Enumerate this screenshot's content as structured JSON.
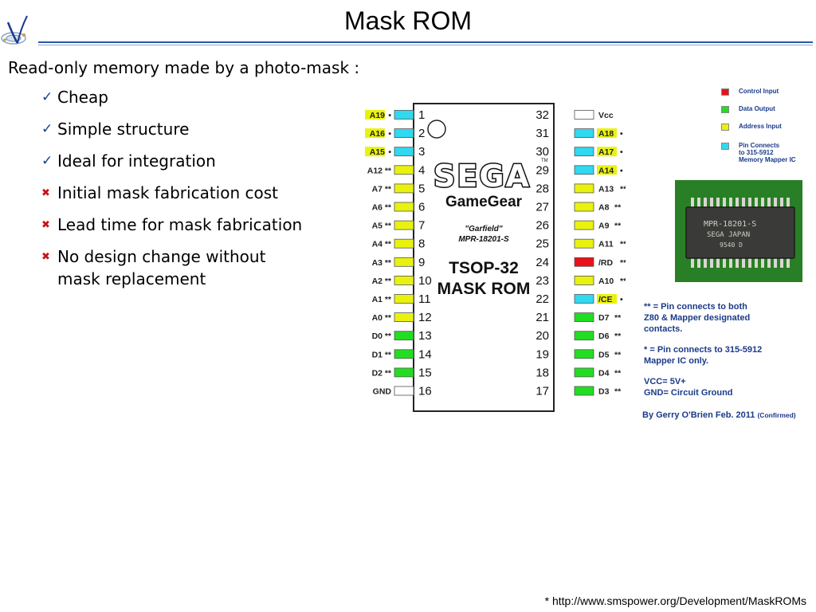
{
  "slide": {
    "title": "Mask ROM",
    "intro": "Read-only memory made by a photo-mask :",
    "bullets": [
      {
        "type": "check",
        "text": "Cheap"
      },
      {
        "type": "check",
        "text": "Simple structure"
      },
      {
        "type": "check",
        "text": "Ideal for integration"
      },
      {
        "type": "cross",
        "text": "Initial mask fabrication cost"
      },
      {
        "type": "cross",
        "text": "Lead time for mask fabrication"
      },
      {
        "type": "cross",
        "text": "No design change without\nmask replacement"
      }
    ],
    "source": "* http://www.smspower.org/Development/MaskROMs"
  },
  "pinout": {
    "brand": "SEGA",
    "trademark": "TM",
    "product": "GameGear",
    "game": "\"Garfield\"",
    "part": "MPR-18201-S",
    "package": "TSOP-32",
    "type": "MASK ROM",
    "colors": {
      "control": "#e8121a",
      "data": "#22dd22",
      "address": "#e9f20f",
      "mapper": "#30d8f0",
      "none": "#ffffff",
      "tag_yellow": "#e9f20f"
    },
    "left_pins": [
      {
        "num": "1",
        "label": "A19",
        "tag": "•",
        "kind": "mapper",
        "yellow": true
      },
      {
        "num": "2",
        "label": "A16",
        "tag": "•",
        "kind": "mapper",
        "yellow": true
      },
      {
        "num": "3",
        "label": "A15",
        "tag": "•",
        "kind": "mapper",
        "yellow": true
      },
      {
        "num": "4",
        "label": "A12",
        "tag": "**",
        "kind": "address",
        "yellow": false
      },
      {
        "num": "5",
        "label": "A7",
        "tag": "**",
        "kind": "address",
        "yellow": false
      },
      {
        "num": "6",
        "label": "A6",
        "tag": "**",
        "kind": "address",
        "yellow": false
      },
      {
        "num": "7",
        "label": "A5",
        "tag": "**",
        "kind": "address",
        "yellow": false
      },
      {
        "num": "8",
        "label": "A4",
        "tag": "**",
        "kind": "address",
        "yellow": false
      },
      {
        "num": "9",
        "label": "A3",
        "tag": "**",
        "kind": "address",
        "yellow": false
      },
      {
        "num": "10",
        "label": "A2",
        "tag": "**",
        "kind": "address",
        "yellow": false
      },
      {
        "num": "11",
        "label": "A1",
        "tag": "**",
        "kind": "address",
        "yellow": false
      },
      {
        "num": "12",
        "label": "A0",
        "tag": "**",
        "kind": "address",
        "yellow": false
      },
      {
        "num": "13",
        "label": "D0",
        "tag": "**",
        "kind": "data",
        "yellow": false
      },
      {
        "num": "14",
        "label": "D1",
        "tag": "**",
        "kind": "data",
        "yellow": false
      },
      {
        "num": "15",
        "label": "D2",
        "tag": "**",
        "kind": "data",
        "yellow": false
      },
      {
        "num": "16",
        "label": "GND",
        "tag": "",
        "kind": "none",
        "yellow": false
      }
    ],
    "right_pins": [
      {
        "num": "32",
        "label": "Vcc",
        "tag": "",
        "kind": "none",
        "yellow": false
      },
      {
        "num": "31",
        "label": "A18",
        "tag": "•",
        "kind": "mapper",
        "yellow": true
      },
      {
        "num": "30",
        "label": "A17",
        "tag": "•",
        "kind": "mapper",
        "yellow": true
      },
      {
        "num": "29",
        "label": "A14",
        "tag": "•",
        "kind": "mapper",
        "yellow": true
      },
      {
        "num": "28",
        "label": "A13",
        "tag": "**",
        "kind": "address",
        "yellow": false
      },
      {
        "num": "27",
        "label": "A8",
        "tag": "**",
        "kind": "address",
        "yellow": false
      },
      {
        "num": "26",
        "label": "A9",
        "tag": "**",
        "kind": "address",
        "yellow": false
      },
      {
        "num": "25",
        "label": "A11",
        "tag": "**",
        "kind": "address",
        "yellow": false
      },
      {
        "num": "24",
        "label": "/RD",
        "tag": "**",
        "kind": "control",
        "yellow": false
      },
      {
        "num": "23",
        "label": "A10",
        "tag": "**",
        "kind": "address",
        "yellow": false
      },
      {
        "num": "22",
        "label": "/CE",
        "tag": "•",
        "kind": "mapper",
        "yellow": true
      },
      {
        "num": "21",
        "label": "D7",
        "tag": "**",
        "kind": "data",
        "yellow": false
      },
      {
        "num": "20",
        "label": "D6",
        "tag": "**",
        "kind": "data",
        "yellow": false
      },
      {
        "num": "19",
        "label": "D5",
        "tag": "**",
        "kind": "data",
        "yellow": false
      },
      {
        "num": "18",
        "label": "D4",
        "tag": "**",
        "kind": "data",
        "yellow": false
      },
      {
        "num": "17",
        "label": "D3",
        "tag": "**",
        "kind": "data",
        "yellow": false
      }
    ]
  },
  "legend": [
    {
      "label": "Control Input",
      "kind": "control"
    },
    {
      "label": "Data Output",
      "kind": "data"
    },
    {
      "label": "Address Input",
      "kind": "address"
    },
    {
      "label": "Pin Connects\nto 315-5912\nMemory Mapper IC",
      "kind": "mapper"
    }
  ],
  "photo": {
    "chip_text_1": "MPR-18201-S",
    "chip_text_2": "SEGA JAPAN",
    "chip_text_3": "9540 D"
  },
  "notes": [
    "** = Pin connects to both\n     Z80 & Mapper designated\n     contacts.",
    "* = Pin connects to 315-5912\n     Mapper IC only.",
    "VCC= 5V+\nGND= Circuit Ground"
  ],
  "credit": {
    "author": "By Gerry O'Brien   Feb. 2011",
    "status": "(Confirmed)"
  }
}
